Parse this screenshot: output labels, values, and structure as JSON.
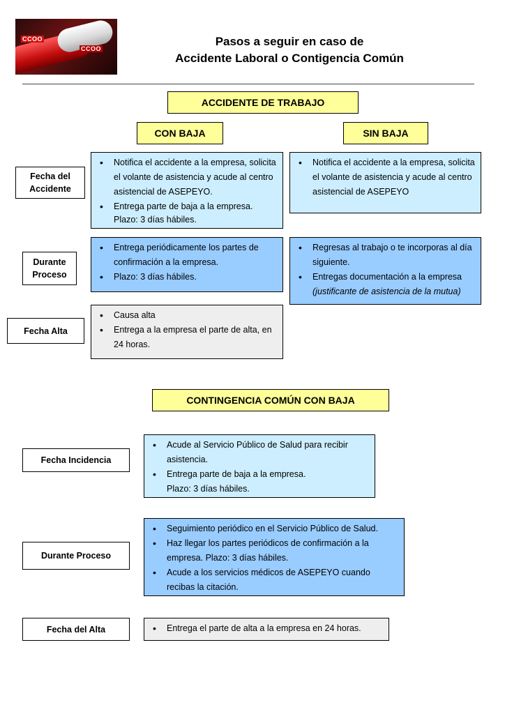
{
  "title": {
    "line1": "Pasos a seguir en caso de",
    "line2": "Accidente Laboral o Contigencia Común"
  },
  "logo": {
    "mark": "CCOO",
    "icon": "pill-capsule-logo"
  },
  "accidente": {
    "header": "ACCIDENTE DE TRABAJO",
    "con_baja": "CON BAJA",
    "sin_baja": "SIN BAJA",
    "rows": [
      {
        "label_line1": "Fecha del",
        "label_line2": "Accidente",
        "con_baja_items": [
          "Notifica el accidente a la empresa, solicita el volante de asistencia y acude al centro asistencial de ASEPEYO.",
          "Entrega parte de baja a la empresa."
        ],
        "con_baja_plazo": "Plazo: 3 días hábiles.",
        "sin_baja_items": [
          "Notifica el accidente a la empresa, solicita el volante de asistencia y acude al centro asistencial de ASEPEYO"
        ]
      },
      {
        "label_line1": "Durante",
        "label_line2": "Proceso",
        "con_baja_items": [
          "Entrega periódicamente los partes de confirmación a la empresa.",
          "Plazo: 3 días hábiles."
        ],
        "sin_baja_items": [
          "Regresas al trabajo o te incorporas al día siguiente.",
          "Entregas documentación a la empresa"
        ],
        "sin_baja_note": "(justificante de asistencia de la mutua)"
      },
      {
        "label": "Fecha Alta",
        "con_baja_items": [
          "Causa alta",
          "Entrega a la empresa el parte de alta, en 24 horas."
        ]
      }
    ]
  },
  "contingencia": {
    "header": "CONTINGENCIA COMÚN CON BAJA",
    "rows": [
      {
        "label": "Fecha Incidencia",
        "items": [
          "Acude al Servicio Público de Salud para recibir asistencia.",
          "Entrega parte de baja a la empresa."
        ],
        "plazo": "Plazo: 3 días hábiles."
      },
      {
        "label": "Durante Proceso",
        "items": [
          "Seguimiento periódico en el Servicio Público de Salud.",
          "Haz llegar los partes periódicos de confirmación a la empresa. Plazo: 3 días hábiles.",
          "Acude a los servicios médicos de ASEPEYO cuando recibas la citación."
        ]
      },
      {
        "label": "Fecha del Alta",
        "items": [
          "Entrega el parte de alta a la empresa en 24 horas."
        ]
      }
    ]
  },
  "colors": {
    "header_fill": "#ffff99",
    "light_blue": "#cceeff",
    "mid_blue": "#99ccff",
    "grey": "#eeeeee"
  }
}
